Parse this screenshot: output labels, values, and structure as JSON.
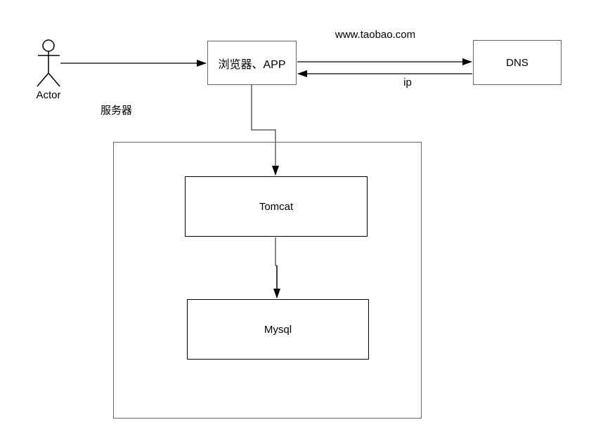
{
  "diagram": {
    "nodes": {
      "actor": {
        "label": "Actor"
      },
      "browser": {
        "label": "浏览器、APP"
      },
      "dns": {
        "label": "DNS"
      },
      "server_group": {
        "label": "服务器"
      },
      "tomcat": {
        "label": "Tomcat"
      },
      "mysql": {
        "label": "Mysql"
      }
    },
    "edges": {
      "browser_to_dns": {
        "label": "www.taobao.com"
      },
      "dns_to_browser": {
        "label": "ip"
      }
    },
    "icons": {
      "actor": "stick-figure-icon"
    },
    "colors": {
      "background": "#ffffff",
      "node_border_gray": "#666666",
      "node_border_black": "#000000",
      "edge_black": "#000000",
      "edge_gray": "#616161",
      "text": "#000000"
    }
  }
}
